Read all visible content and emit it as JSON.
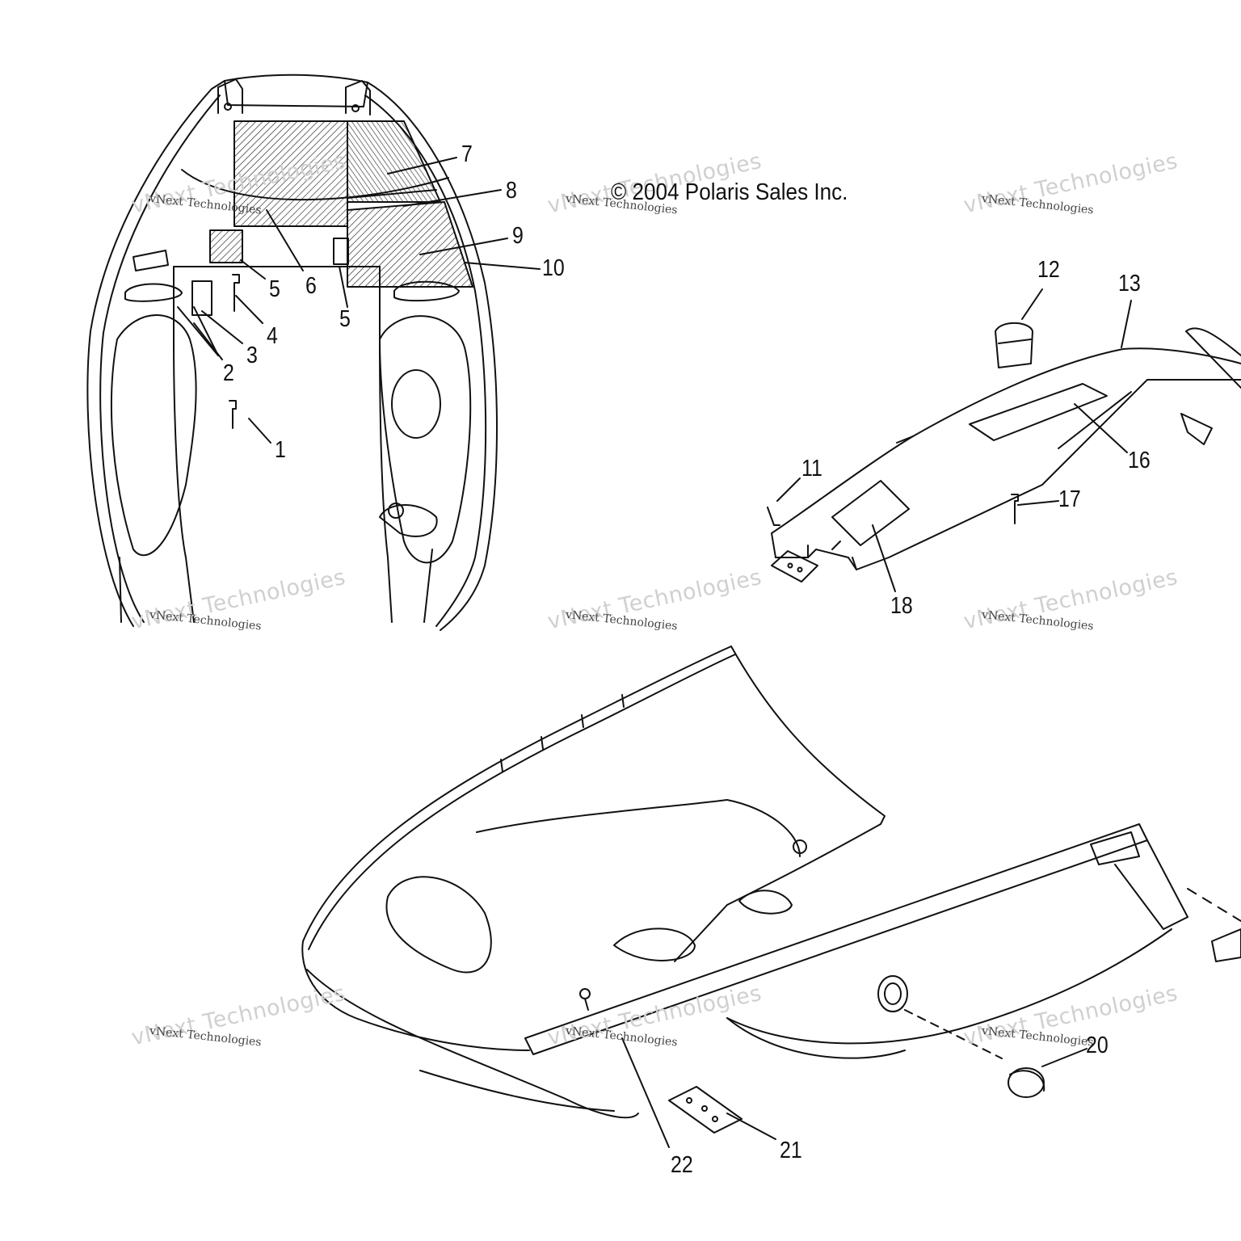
{
  "copyright": "© 2004 Polaris Sales Inc.",
  "watermark": {
    "line_small": "vNext Technologies",
    "line_big": "vNext Technologies"
  },
  "callouts": {
    "c1": "1",
    "c2": "2",
    "c3": "3",
    "c4": "4",
    "c5a": "5",
    "c5b": "5",
    "c6": "6",
    "c7": "7",
    "c8": "8",
    "c9": "9",
    "c10": "10",
    "c11": "11",
    "c12": "12",
    "c13": "13",
    "c16": "16",
    "c17": "17",
    "c18": "18",
    "c20": "20",
    "c21": "21",
    "c22": "22"
  }
}
